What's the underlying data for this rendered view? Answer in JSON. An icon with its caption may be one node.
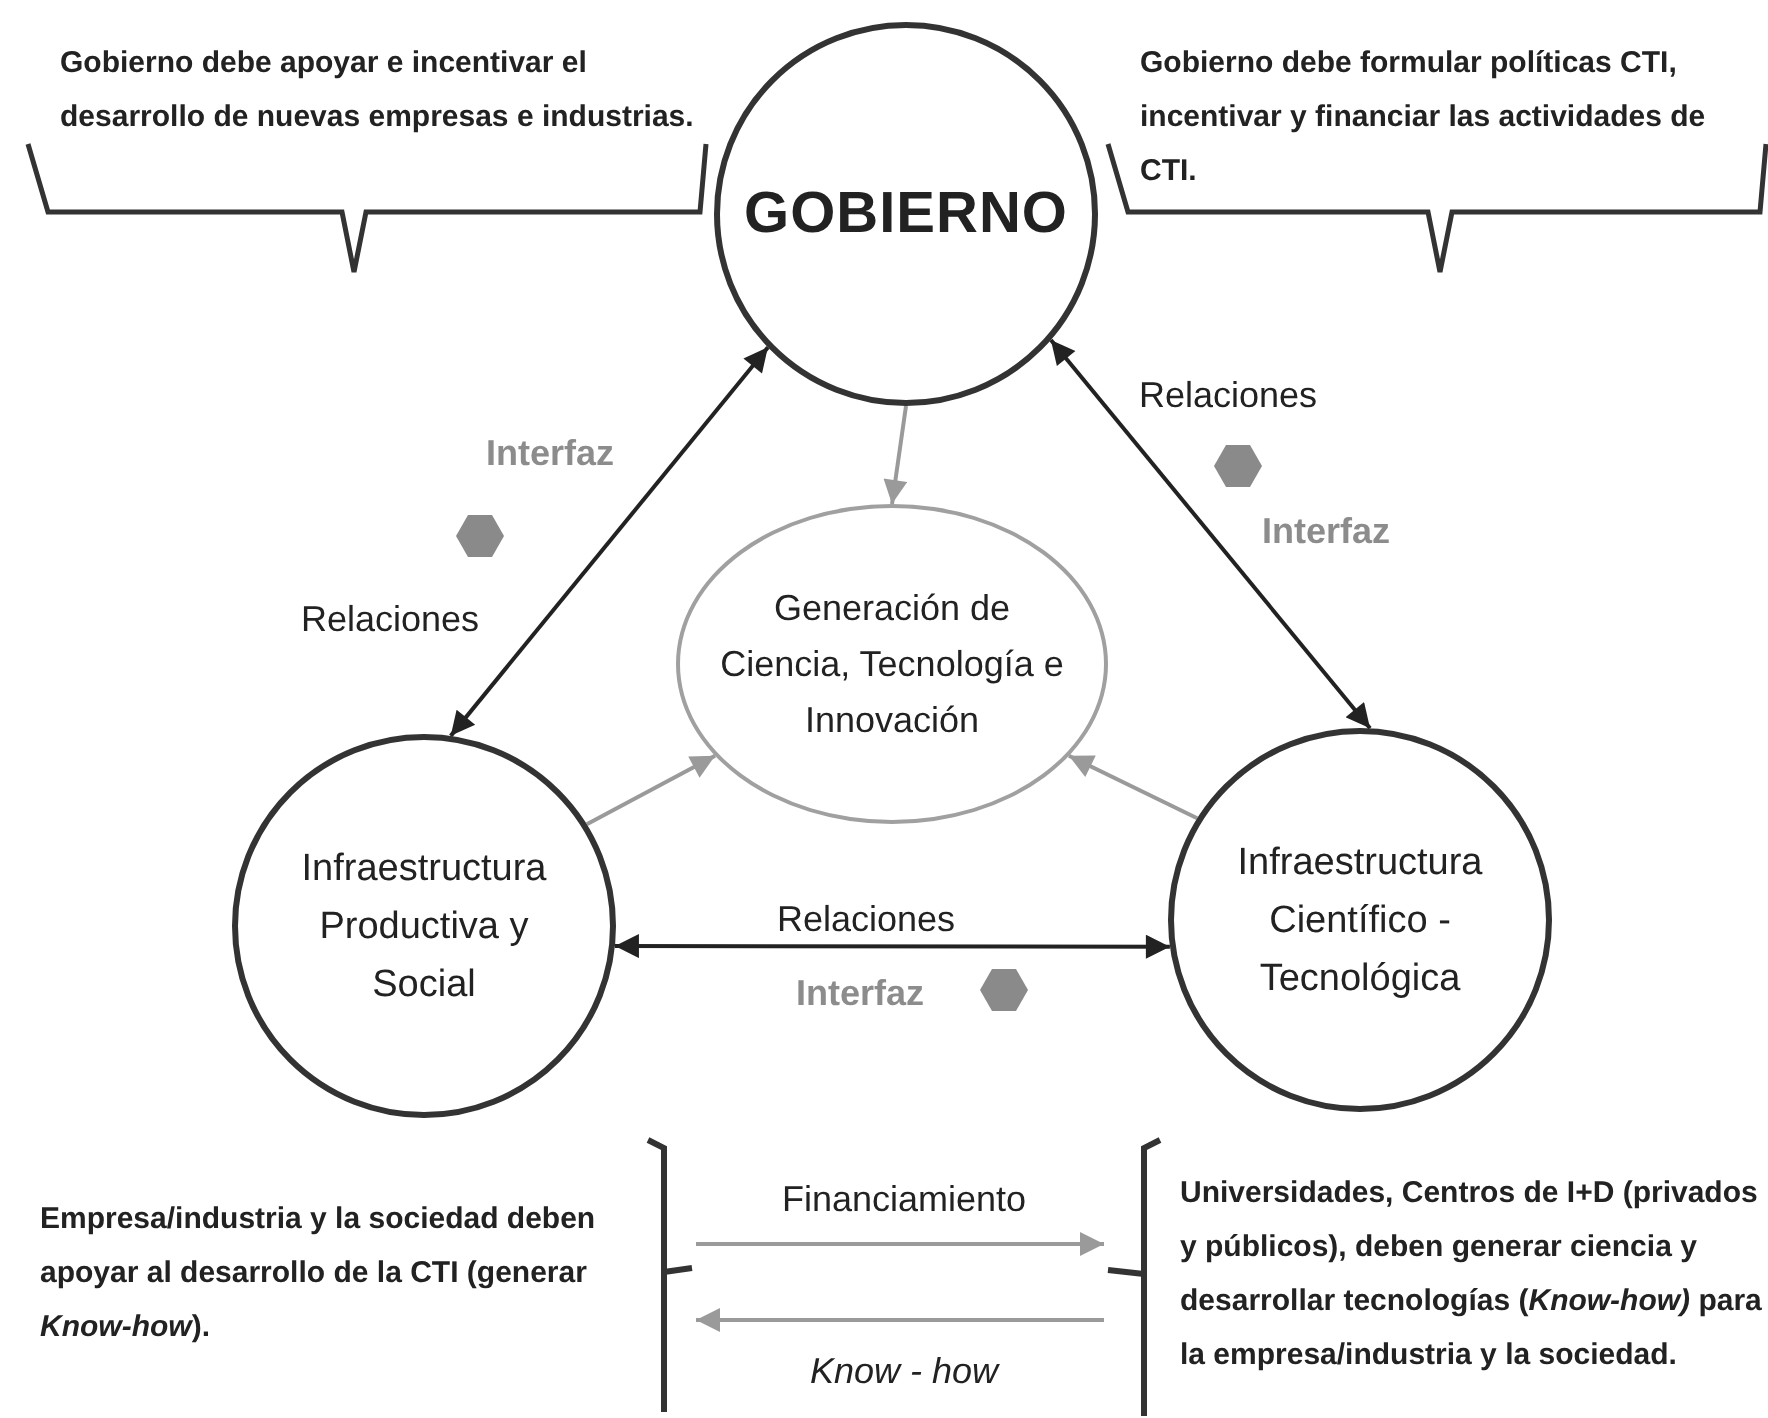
{
  "diagram": {
    "nodes": [
      {
        "text": [
          "Gobierno debe apoyar e incentivar el desarrollo de nuevas empresas e industrias."
        ]
      },
      {
        "text": [
          "GOBIERNO"
        ]
      },
      {
        "text": [
          "Gobierno debe formular políticas CTI, incentivar y financiar las actividades de CTI."
        ]
      },
      {
        "text": [
          "Generación de Ciencia, Tecnología e Innovación"
        ]
      },
      {
        "text": [
          "Infraestructura Productiva y Social"
        ]
      },
      {
        "text": [
          "Infraestructura Científico - Tecnológica"
        ]
      },
      {
        "text": [
          "Empresa/industria y la sociedad deben apoyar al desarrollo de la CTI (generar *Know-how*)."
        ]
      },
      {
        "text": [
          "Universidades, Centros de I+D (privados y públicos), deben generar ciencia y desarrollar tecnologías (*Know-how)* para la empresa/industria y la sociedad."
        ]
      }
    ],
    "edges": [
      {
        "from": 1,
        "to": 4,
        "arrow": "both",
        "label": "Relaciones",
        "color": "#222222"
      },
      {
        "from": 1,
        "to": 5,
        "arrow": "both",
        "label": "Relaciones",
        "color": "#222222"
      },
      {
        "from": 4,
        "to": 5,
        "arrow": "both",
        "label": "Relaciones",
        "color": "#222222"
      },
      {
        "from": 1,
        "to": 3,
        "arrow": "to"
      },
      {
        "from": 4,
        "to": 3,
        "arrow": "to"
      },
      {
        "from": 5,
        "to": 3,
        "arrow": "to"
      },
      {
        "from": 6,
        "to": 7,
        "arrow": "to",
        "label": "Financiamiento"
      },
      {
        "from": 7,
        "to": 6,
        "arrow": "to",
        "label": "Know - how"
      }
    ],
    "labels": [
      "Interfaz",
      "Interfaz",
      "Interfaz"
    ]
  }
}
